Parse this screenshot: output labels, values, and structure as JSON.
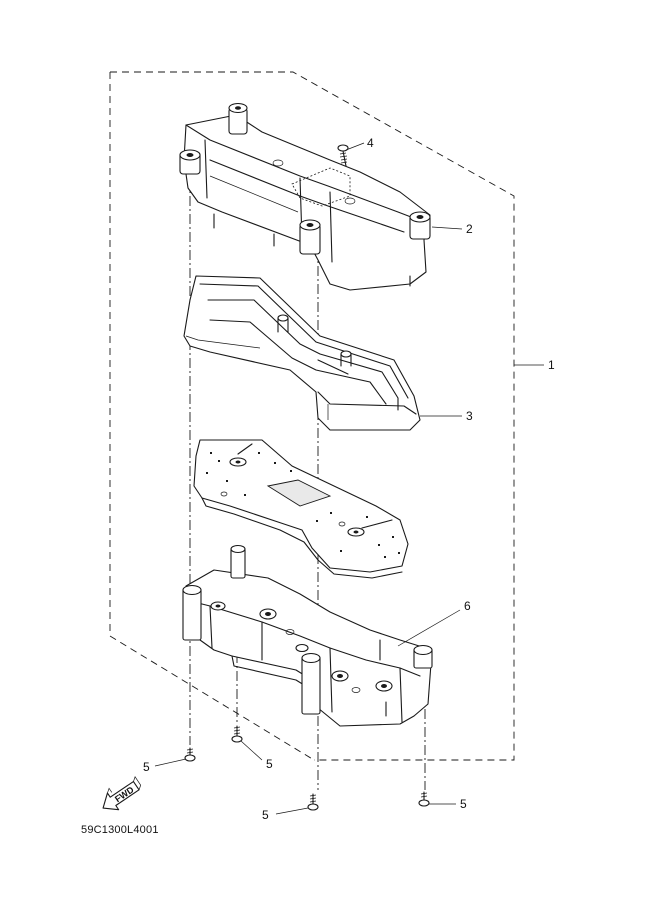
{
  "diagram": {
    "code": "59C1300L4001",
    "direction_marker": "FWD",
    "callouts": [
      {
        "id": "callout-1",
        "number": "1",
        "part": "meter-assembly"
      },
      {
        "id": "callout-2",
        "number": "2",
        "part": "upper-case"
      },
      {
        "id": "callout-3",
        "number": "3",
        "part": "lens-frame"
      },
      {
        "id": "callout-4",
        "number": "4",
        "part": "screw-top"
      },
      {
        "id": "callout-5a",
        "number": "5",
        "part": "screw"
      },
      {
        "id": "callout-5b",
        "number": "5",
        "part": "screw"
      },
      {
        "id": "callout-5c",
        "number": "5",
        "part": "screw"
      },
      {
        "id": "callout-5d",
        "number": "5",
        "part": "screw"
      },
      {
        "id": "callout-6",
        "number": "6",
        "part": "lower-case"
      }
    ]
  }
}
